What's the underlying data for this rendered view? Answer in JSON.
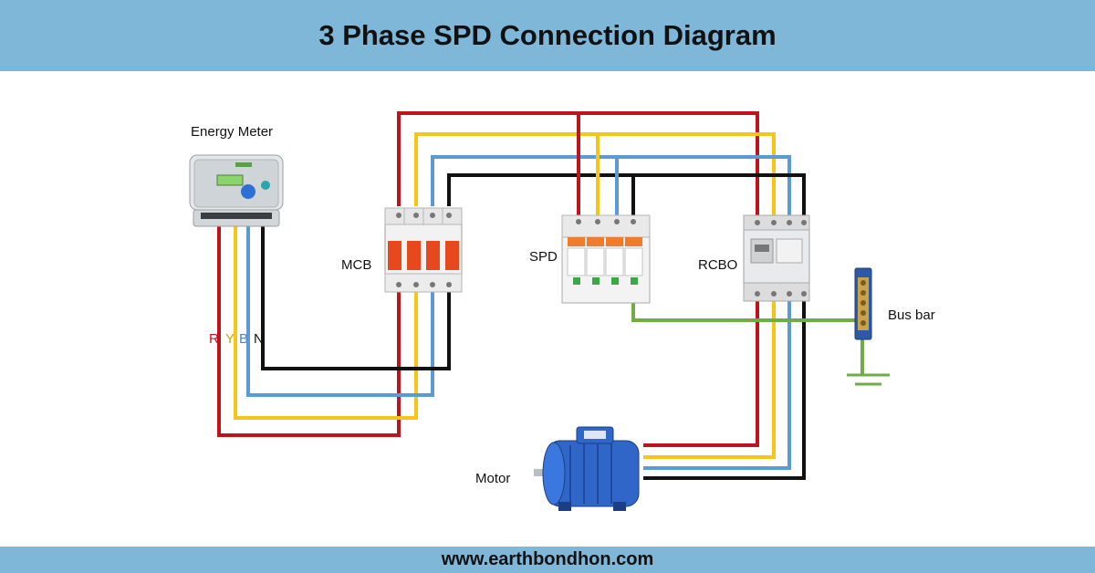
{
  "title": "3 Phase SPD Connection Diagram",
  "footer": "www.earthbondhon.com",
  "labels": {
    "energy_meter": "Energy Meter",
    "mcb": "MCB",
    "spd": "SPD",
    "rcbo": "RCBO",
    "bus_bar": "Bus bar",
    "motor": "Motor"
  },
  "phases": [
    "R",
    "Y",
    "B",
    "N"
  ],
  "wire_colors": {
    "R": "#c0141c",
    "Y": "#f5c518",
    "B": "#5b9bd5",
    "N": "#111111",
    "earth": "#70ad47"
  },
  "header_color": "#7fb7d9"
}
